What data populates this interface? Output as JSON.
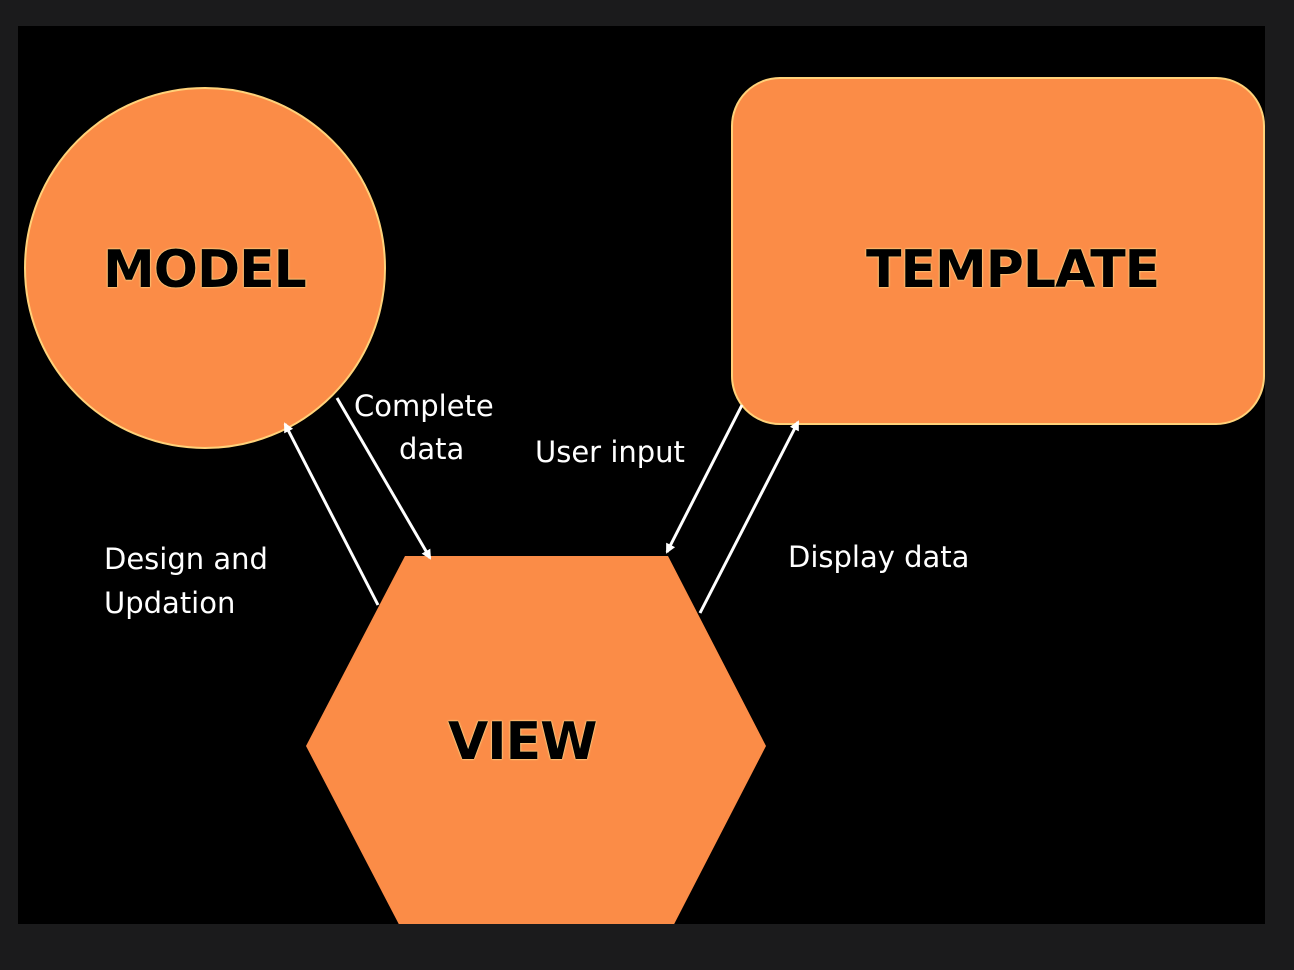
{
  "nodes": {
    "model": "MODEL",
    "template": "TEMPLATE",
    "view": "VIEW"
  },
  "edges": {
    "complete_data_line1": "Complete",
    "complete_data_line2": "data",
    "user_input": "User input",
    "design_line1": "Design and",
    "design_line2": "Updation",
    "display_data": "Display data"
  },
  "colors": {
    "node_fill": "#fb8c47",
    "page_background": "#1b1b1c",
    "canvas_background": "#000000",
    "arrow": "#ffffff"
  }
}
